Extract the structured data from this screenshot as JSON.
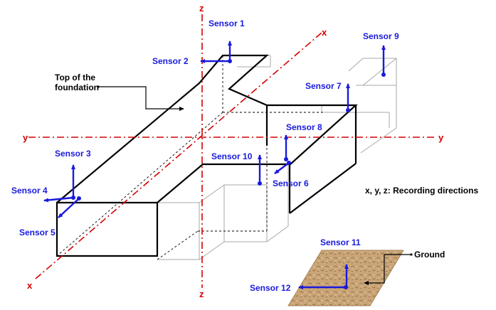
{
  "sensors": [
    {
      "id": 1,
      "label": "Sensor 1"
    },
    {
      "id": 2,
      "label": "Sensor 2"
    },
    {
      "id": 3,
      "label": "Sensor 3"
    },
    {
      "id": 4,
      "label": "Sensor 4"
    },
    {
      "id": 5,
      "label": "Sensor 5"
    },
    {
      "id": 6,
      "label": "Sensor 6"
    },
    {
      "id": 7,
      "label": "Sensor 7"
    },
    {
      "id": 8,
      "label": "Sensor 8"
    },
    {
      "id": 9,
      "label": "Sensor 9"
    },
    {
      "id": 10,
      "label": "Sensor 10"
    },
    {
      "id": 11,
      "label": "Sensor 11"
    },
    {
      "id": 12,
      "label": "Sensor 12"
    }
  ],
  "axes": {
    "x": "x",
    "y": "y",
    "z": "z"
  },
  "annotations": {
    "top_line1": "Top of the",
    "top_line2": "foundation",
    "recording": "x, y, z: Recording directions",
    "ground": "Ground"
  },
  "colors": {
    "axis": "#d40000",
    "sensor": "#1a1adc",
    "structure": "#000000",
    "ground": "#c9a578"
  }
}
